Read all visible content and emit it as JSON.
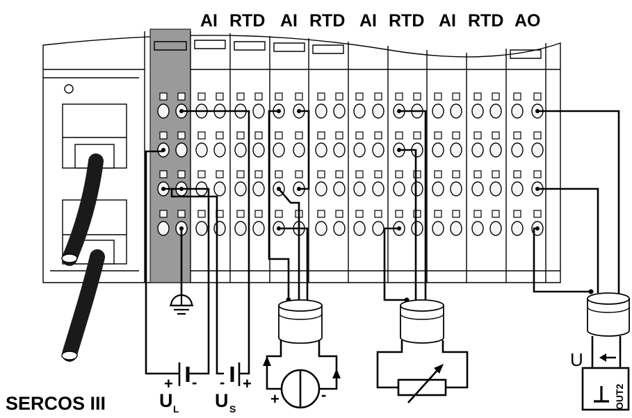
{
  "module_labels": [
    "AI",
    "RTD",
    "AI",
    "RTD",
    "AI",
    "RTD",
    "AI",
    "RTD",
    "AO"
  ],
  "bus_label": "SERCOS III",
  "supply_labels": {
    "logic": {
      "letter": "U",
      "sub": "L",
      "plus": "+",
      "minus": "-"
    },
    "segment": {
      "letter": "U",
      "sub": "S",
      "plus": "+",
      "minus": "-"
    }
  },
  "sensor_signs": {
    "plus": "+",
    "minus": "-"
  },
  "output": {
    "voltage_letter": "U",
    "channel_label": "OUT2"
  },
  "colors": {
    "line": "#000000",
    "housing_fill": "#ececec",
    "terminal_fill": "#f5f5f5",
    "power_column": "#9a9a9a",
    "cable": "#1a1a1a"
  },
  "icons": [
    "ground-icon",
    "current-source-icon",
    "potentiometer-icon",
    "shielded-cable-icon",
    "network-cable-icon",
    "arrow-icon"
  ]
}
